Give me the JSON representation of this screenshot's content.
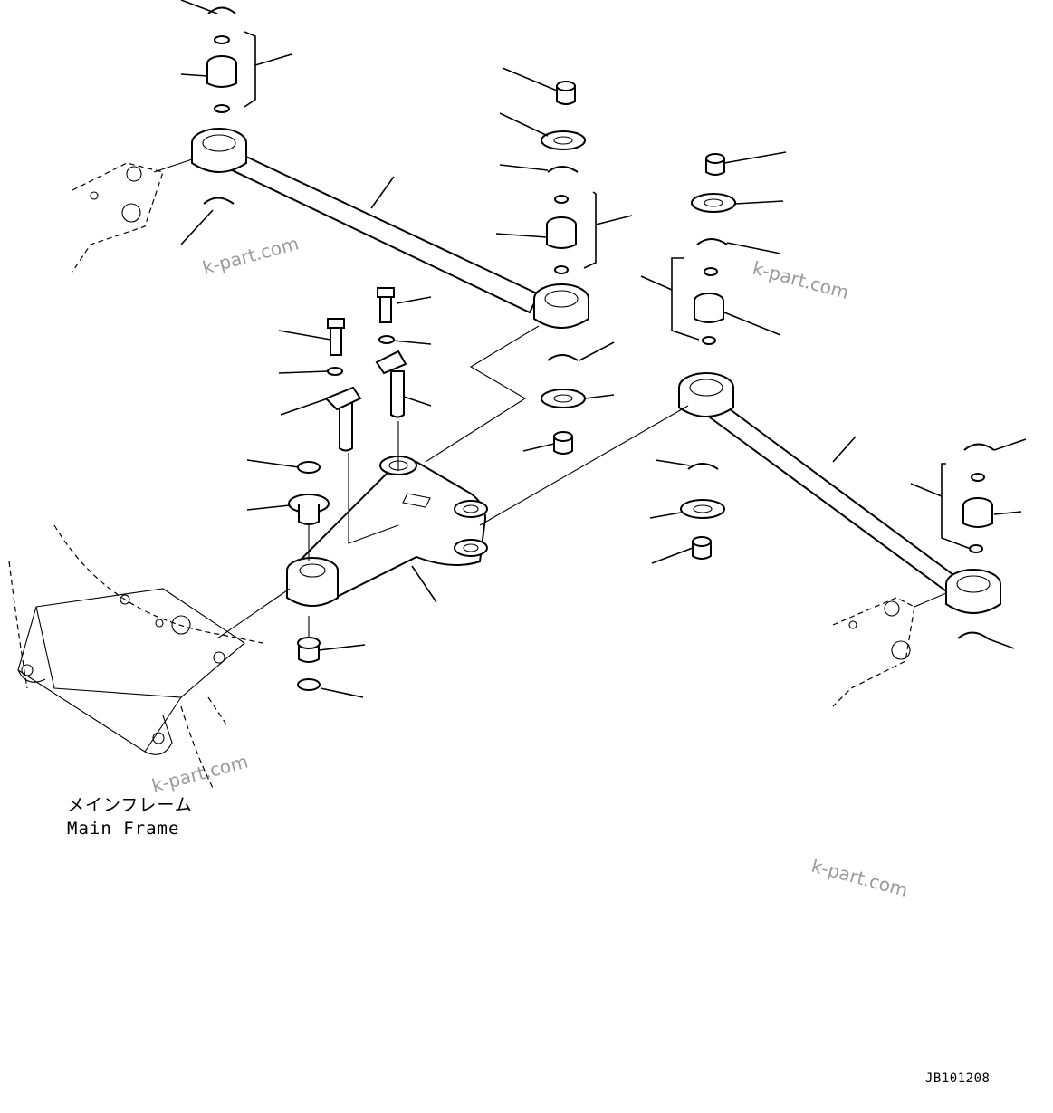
{
  "main_frame_label": {
    "japanese": "メインフレーム",
    "english": "Main Frame"
  },
  "drawing_code": "JB101208",
  "watermarks": [
    "k-part.com",
    "k-part.com",
    "k-part.com",
    "k-part.com"
  ]
}
